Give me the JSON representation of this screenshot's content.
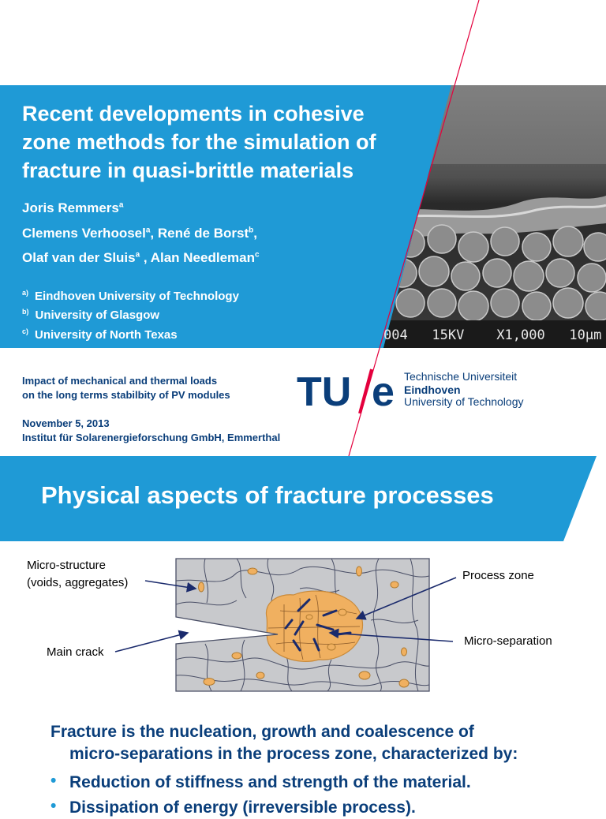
{
  "slide1": {
    "title_lines": [
      "Recent developments in cohesive",
      "zone methods for the simulation of",
      "fracture in quasi-brittle materials"
    ],
    "authors": [
      {
        "name": "Joris Remmers",
        "sup": "a"
      },
      {
        "name": "Clemens Verhoosel",
        "sup": "a"
      },
      {
        "name": "René de Borst",
        "sup": "b"
      },
      {
        "name": "Olaf van der Sluis",
        "sup": "a"
      },
      {
        "name": "Alan Needleman",
        "sup": "c"
      }
    ],
    "affiliations": [
      {
        "key": "a)",
        "name": "Eindhoven University of Technology"
      },
      {
        "key": "b)",
        "name": "University of Glasgow"
      },
      {
        "key": "c)",
        "name": "University of North Texas"
      }
    ],
    "sem_caption": "004   15KV    X1,000   10µm",
    "event_lines": [
      "Impact of mechanical and thermal loads",
      "on the long terms stabilbity of PV modules"
    ],
    "date": "November 5, 2013",
    "venue": "Institut für Solarenergieforschung GmbH, Emmerthal",
    "logo": {
      "mark_left": "TU",
      "mark_right": "e",
      "line1": "Technische Universiteit",
      "line2": "Eindhoven",
      "line3": "University of Technology"
    }
  },
  "slide2": {
    "title": "Physical aspects of fracture processes",
    "labels": {
      "microstructure_1": "Micro-structure",
      "microstructure_2": "(voids, aggregates)",
      "process_zone": "Process zone",
      "main_crack": "Main crack",
      "micro_separation": "Micro-separation"
    },
    "text_line1": "Fracture is the nucleation, growth and coalescence of",
    "text_line2": "micro-separations in the process zone, characterized by:",
    "bullets": [
      "Reduction of stiffness and strength of the material.",
      "Dissipation of energy (irreversible process)."
    ]
  },
  "colors": {
    "band": "#1f9ad6",
    "navy": "#0a3e7a",
    "red": "#e4003d",
    "zone": "#f0b060",
    "grain_bg": "#c8c9cc"
  }
}
